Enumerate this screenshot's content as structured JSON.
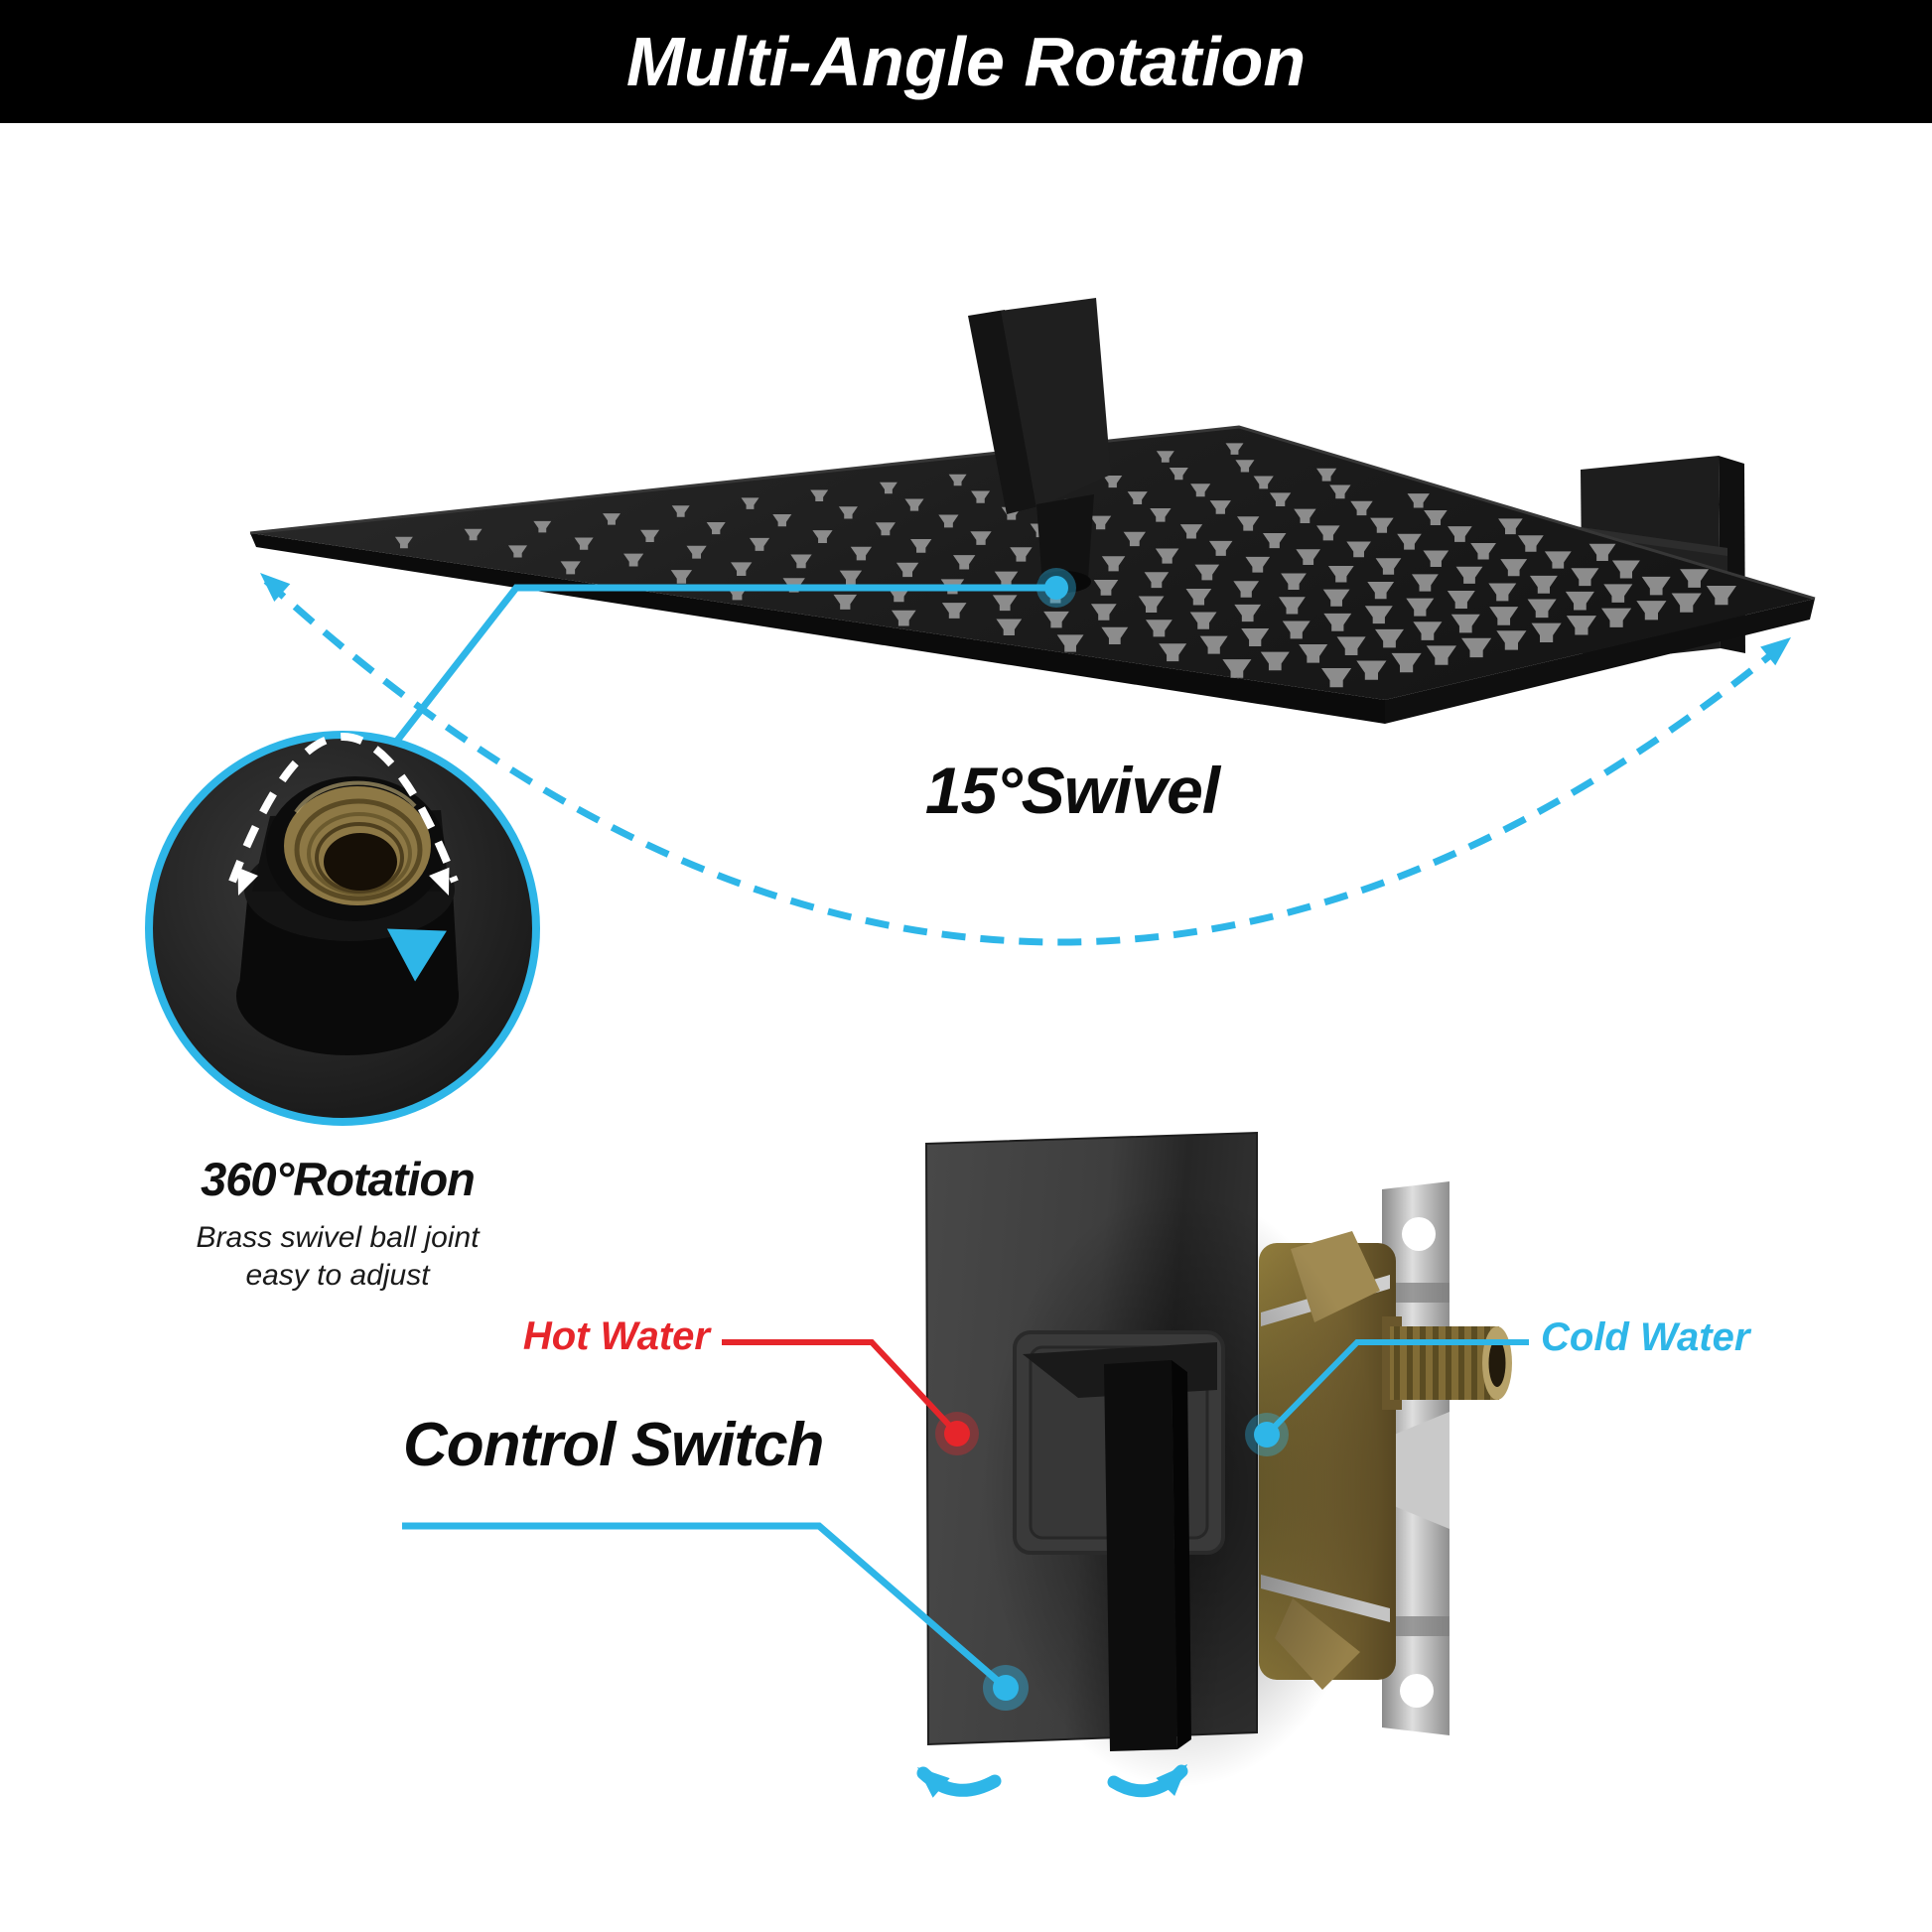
{
  "banner": {
    "title": "Multi-Angle Rotation"
  },
  "showerhead": {
    "swivel_label": "15°Swivel"
  },
  "rotation_detail": {
    "heading": "360°Rotation",
    "description_line1": "Brass swivel ball joint",
    "description_line2": "easy to adjust"
  },
  "valve": {
    "hot_water_label": "Hot Water",
    "cold_water_label": "Cold Water",
    "control_switch_label": "Control Switch"
  },
  "colors": {
    "accent_cyan": "#2eb6e8",
    "accent_red": "#e6252a",
    "banner_bg": "#000000",
    "banner_text": "#ffffff",
    "brass": "#8d7845",
    "metal_gray": "#c6c6c6"
  },
  "icons": {
    "swivel_arc": "dashed-curved-double-arrow-icon",
    "rotation_dashed_arc": "dashed-arc-double-arrow-icon",
    "rotation_swoosh": "circular-rotation-arrow-icon",
    "hot_dot": "red-callout-dot-icon",
    "cold_dot": "cyan-callout-dot-icon",
    "control_dot": "cyan-callout-dot-icon",
    "rotate_left": "curved-arrow-left-icon",
    "rotate_right": "curved-arrow-right-icon"
  }
}
